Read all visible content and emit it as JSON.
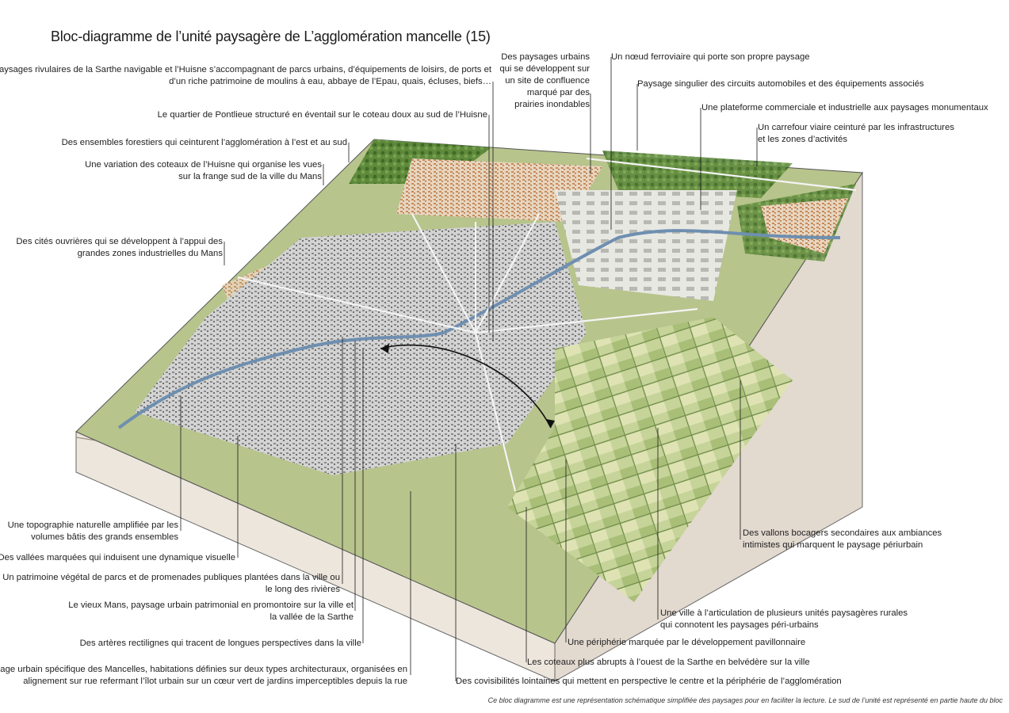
{
  "title": "Bloc-diagramme de l’unité paysagère de L’agglomération mancelle (15)",
  "labels": {
    "rivulaires_1": "Paysages rivulaires de la Sarthe navigable et l’Huisne s’accompagnant de parcs urbains, d’équipements de loisirs, de ports et",
    "rivulaires_2": "d’un riche patrimoine de moulins à eau, abbaye de l’Epau, quais, écluses, biefs…",
    "pontlieue": "Le quartier de Pontlieue structuré en éventail sur le coteau doux au sud de l’Huisne",
    "forestiers": "Des ensembles forestiers qui ceinturent l’agglomération à l’est et au sud",
    "coteaux_1": "Une variation des coteaux de l’Huisne qui organise les vues",
    "coteaux_2": "sur la frange sud de la ville du Mans",
    "cites_1": "Des cités ouvrières qui se développent à l’appui des",
    "cites_2": "grandes zones industrielles du Mans",
    "confluence_1": "Des paysages urbains",
    "confluence_2": "qui se développent sur",
    "confluence_3": "un site de confluence",
    "confluence_4": "marqué par des",
    "confluence_5": "prairies inondables",
    "ferroviaire": "Un nœud ferroviaire qui porte son propre paysage",
    "circuits": "Paysage singulier des circuits automobiles et des équipements associés",
    "plateforme": "Une plateforme commerciale et industrielle aux paysages monumentaux",
    "carrefour_1": "Un carrefour viaire ceinturé par les infrastructures",
    "carrefour_2": "et les zones d’activités",
    "topographie_1": "Une topographie naturelle amplifiée par les",
    "topographie_2": "volumes bâtis des grands ensembles",
    "vallees": "Des vallées marquées qui induisent une dynamique visuelle",
    "patrimoine_1": "Un patrimoine végétal de parcs et de promenades publiques plantées dans la ville ou",
    "patrimoine_2": "le long des rivières",
    "vieux_1": "Le vieux Mans, paysage urbain patrimonial en promontoire sur la ville et",
    "vieux_2": "la vallée de la Sarthe",
    "arteres": "Des artères rectilignes qui tracent de longues perspectives dans la ville",
    "mancelles_1": "Paysage urbain spécifique des Mancelles, habitations définies sur deux types architecturaux, organisées en",
    "mancelles_2": "alignement sur rue refermant l’îlot urbain sur un cœur vert de jardins imperceptibles depuis la rue",
    "vallons_1": "Des vallons bocagers secondaires aux ambiances",
    "vallons_2": "intimistes qui marquent le paysage périurbain",
    "articulation_1": "Une ville à l’articulation de plusieurs unités paysagères rurales",
    "articulation_2": "qui connotent les paysages péri-urbains",
    "peripherie": "Une périphérie marquée par le développement pavillonnaire",
    "abrupts": "Les coteaux plus abrupts à l’ouest de la Sarthe en belvédère sur la ville",
    "covisibilites": "Des covisibilités lointaines qui mettent en perspective le centre et la périphérie de l’agglomération"
  },
  "note": "Ce bloc diagramme est une représentation schématique simplifiée des paysages pour en faciliter la lecture. Le sud de l’unité est représenté en partie haute du bloc",
  "colors": {
    "forest": "#5f8a3c",
    "meadow": "#b9c98a",
    "urban": "#c9c9c9",
    "roofs": "#c98a5a",
    "river": "#6e8fb0",
    "side": "#ece6df"
  }
}
